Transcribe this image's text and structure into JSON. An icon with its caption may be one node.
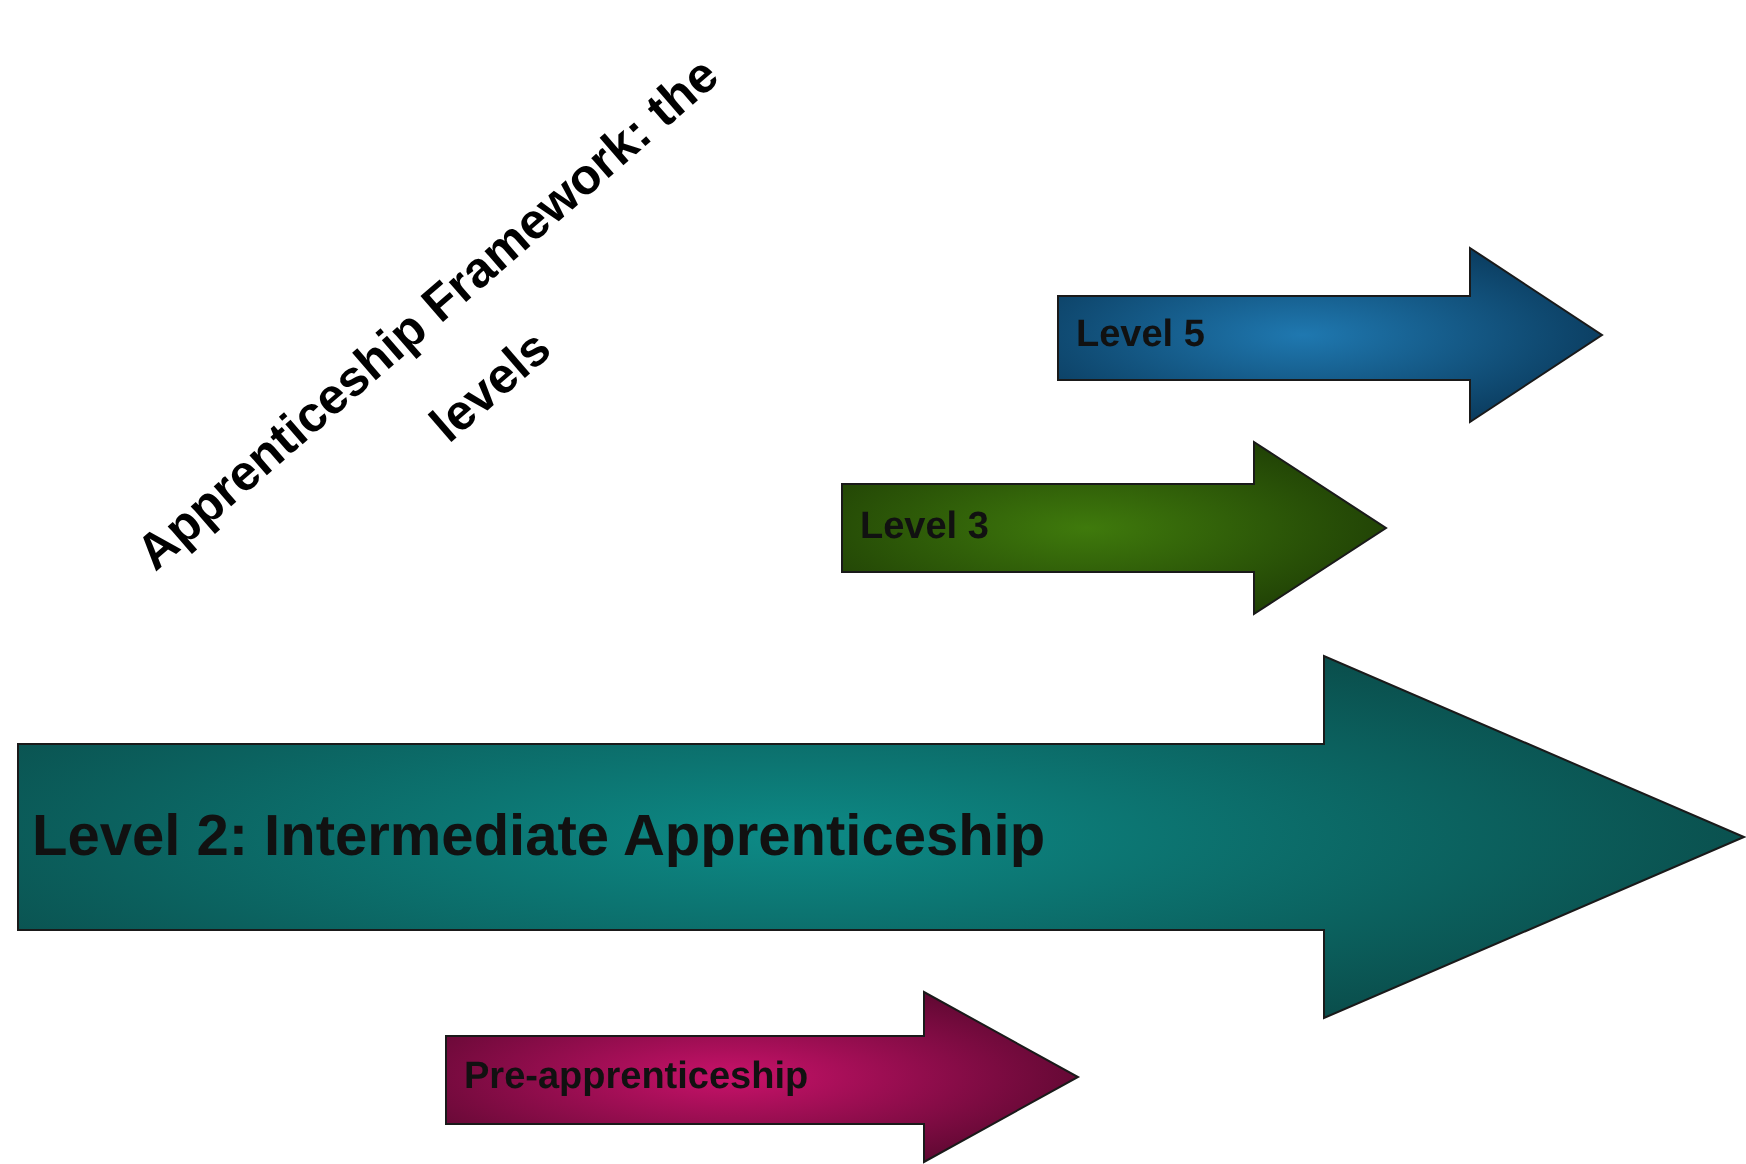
{
  "diagram": {
    "title": "Apprenticeship Framework: the levels",
    "nodes": [
      {
        "text": [
          "Level 5"
        ]
      },
      {
        "text": [
          "Level 3"
        ]
      },
      {
        "text": [
          "Level 2: Intermediate Apprenticeship"
        ]
      },
      {
        "text": [
          "Pre-apprenticeship"
        ]
      }
    ]
  }
}
